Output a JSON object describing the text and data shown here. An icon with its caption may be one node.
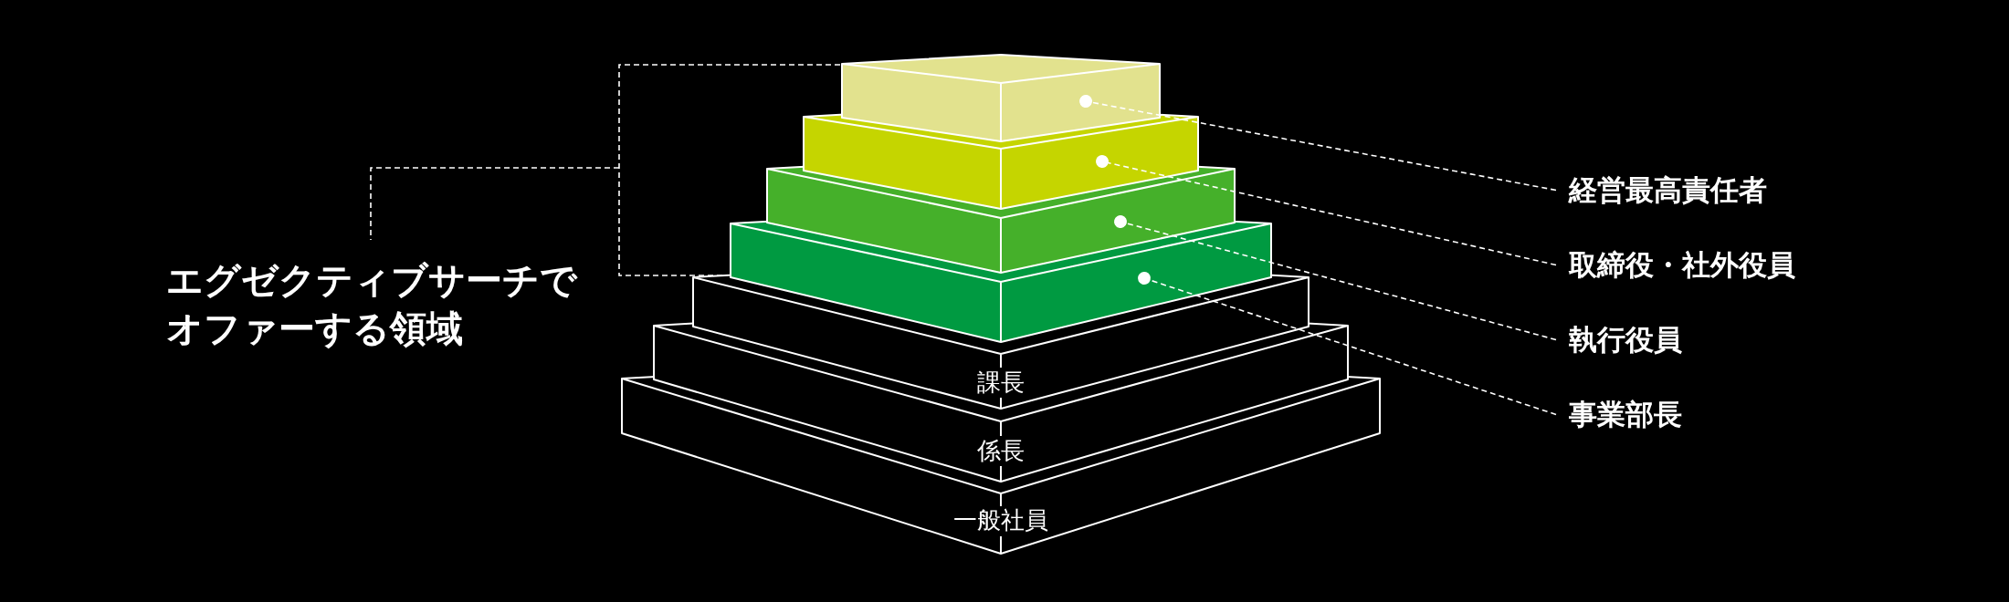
{
  "diagram": {
    "nodes": [
      {
        "text": [
          "経営最高責任者"
        ]
      },
      {
        "text": [
          "取締役・社外役員"
        ]
      },
      {
        "text": [
          "執行役員"
        ]
      },
      {
        "text": [
          "事業部長"
        ]
      }
    ],
    "edges": [
      {
        "from": 0,
        "to": null,
        "arrow": "other",
        "style": "dashed"
      },
      {
        "from": 1,
        "to": null,
        "arrow": "other",
        "style": "dashed"
      },
      {
        "from": 2,
        "to": null,
        "arrow": "other",
        "style": "dashed"
      },
      {
        "from": 3,
        "to": null,
        "arrow": "other",
        "style": "dashed"
      }
    ],
    "labels": [
      "エグゼクティブサーチでオファーする領域",
      "課長",
      "係長",
      "一般社員"
    ]
  }
}
